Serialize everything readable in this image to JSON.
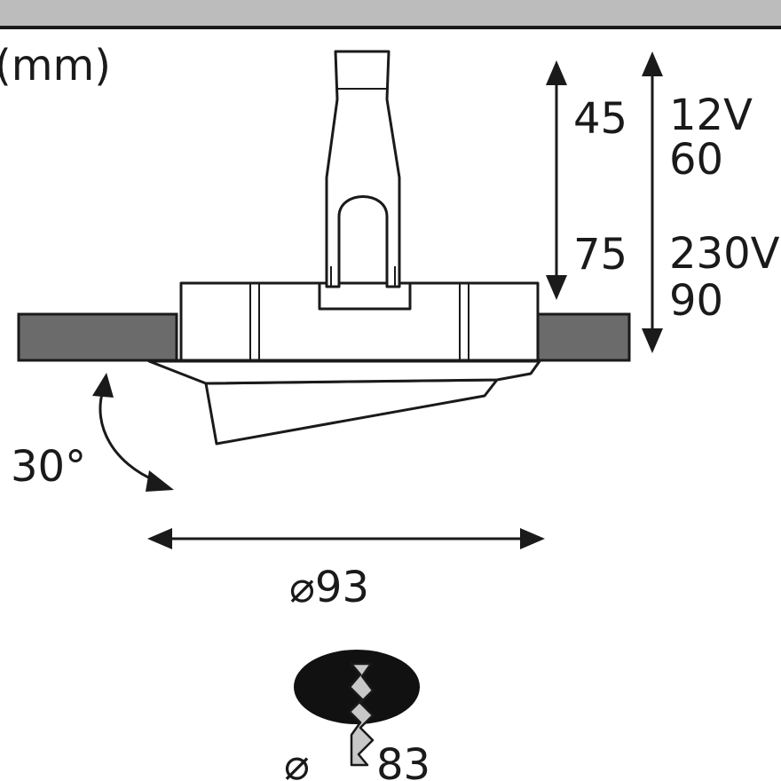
{
  "unit_label": "(mm)",
  "height_top": "45",
  "height_bottom": "75",
  "voltage_low": "12V",
  "voltage_low_height": "60",
  "voltage_high": "230V",
  "voltage_high_height": "90",
  "tilt_angle": "30°",
  "outer_diameter": "⌀93",
  "cutout_diameter_symbol": "⌀",
  "cutout_diameter_value": "83",
  "colors": {
    "line": "#1a1a1a",
    "header_band": "#bcbcbc",
    "ring_fill": "#6b6b6b",
    "hole_fill": "#111111",
    "drill_fill": "#c8c8c8"
  }
}
